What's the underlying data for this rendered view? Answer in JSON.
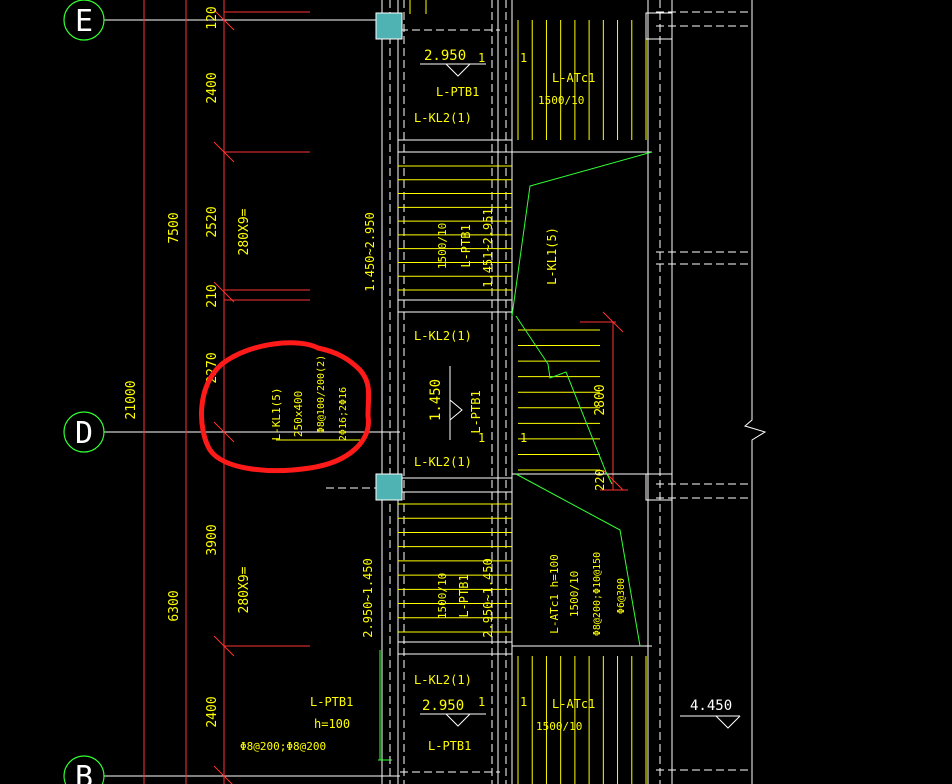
{
  "grid_axes": {
    "e": "E",
    "d": "D",
    "b": "B"
  },
  "dimensions": {
    "total": "21000",
    "d7500": "7500",
    "d6300": "6300",
    "d120": "120",
    "d2400_top": "2400",
    "d2520": "2520",
    "d210": "210",
    "d2270": "2270",
    "d3900": "3900",
    "d2400_bottom": "2400",
    "step_top": "280X9=",
    "step_bottom": "280X9=",
    "d2800": "2800",
    "d220": "220"
  },
  "elevations": {
    "e2950_top": "2.950",
    "e1450": "1.450",
    "e2950_bottom": "2.950",
    "e4450": "4.450",
    "range_1450_2950": "1.450~2.950",
    "range_2950_1450": "2.950~1.450"
  },
  "labels": {
    "ptb1_top": "L-PTB1",
    "kl2_top": "L-KL2(1)",
    "atc1_top": "L-ATc1",
    "atc1_top_spec": "1500/10",
    "flight_top_spec": "1500/10",
    "flight_top_ptb": "L-PTB1",
    "flight_top_range": "1.451~2.951",
    "kl1_right": "L-KL1(5)",
    "kl2_mid_top": "L-KL2(1)",
    "ptb1_mid": "L-PTB1",
    "kl2_mid_bottom": "L-KL2(1)",
    "flight_bottom_spec": "1500/10",
    "flight_bottom_ptb": "L-PTB1",
    "atc1_mid": "L-ATc1 h=100",
    "atc1_mid_spec": "1500/10",
    "atc1_mid_rebar1": "Φ8@200;Φ10@150",
    "atc1_mid_rebar2": "Φ6@300",
    "kl2_bottom": "L-KL2(1)",
    "ptb1_left_bottom": "L-PTB1",
    "ptb1_left_h": "h=100",
    "ptb1_left_rebar": "Φ8@200;Φ8@200",
    "ptb1_bottom": "L-PTB1",
    "atc1_bottom": "L-ATc1",
    "atc1_bottom_spec": "1500/10",
    "marker_one": "1"
  },
  "beam_callout": {
    "name": "L-KL1(5)",
    "section": "250x400",
    "stirrup": "Φ8@100/200(2)",
    "rebar": "2Φ16;2Φ16"
  },
  "colors": {
    "background": "#000000",
    "dimension": "#ff3333",
    "text": "#ffff00",
    "structure": "#ffffff",
    "grid_bubble": "#33ff33",
    "column": "#4fb3b3",
    "annotation": "#ff1a1a"
  }
}
